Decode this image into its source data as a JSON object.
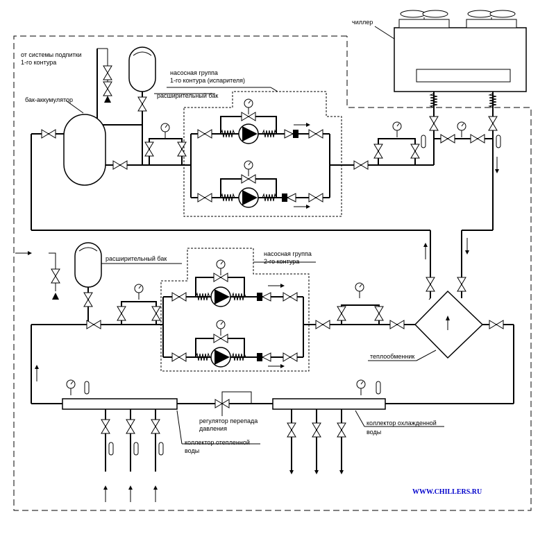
{
  "labels": {
    "chiller": "чиллер",
    "makeup_line1": "от системы подпитки",
    "makeup_line2": "1-го контура",
    "accumulator": "бак-аккумулятор",
    "expansion_tank_1": "расширительный бак",
    "pump_group_1_line1": "насосная группа",
    "pump_group_1_line2": "1-го контура (испарителя)",
    "expansion_tank_2": "расширительный бак",
    "pump_group_2_line1": "насосная группа",
    "pump_group_2_line2": "2-го контура",
    "heat_exchanger": "теплообменник",
    "pressure_regulator_line1": "регулятор перепада",
    "pressure_regulator_line2": "давления",
    "hot_collector_line1": "коллектор отепленной",
    "hot_collector_line2": "воды",
    "cold_collector_line1": "коллектор охлажденной",
    "cold_collector_line2": "воды"
  },
  "website": "WWW.CHILLERS.RU",
  "colors": {
    "line": "#000000",
    "url": "#0000cc"
  }
}
